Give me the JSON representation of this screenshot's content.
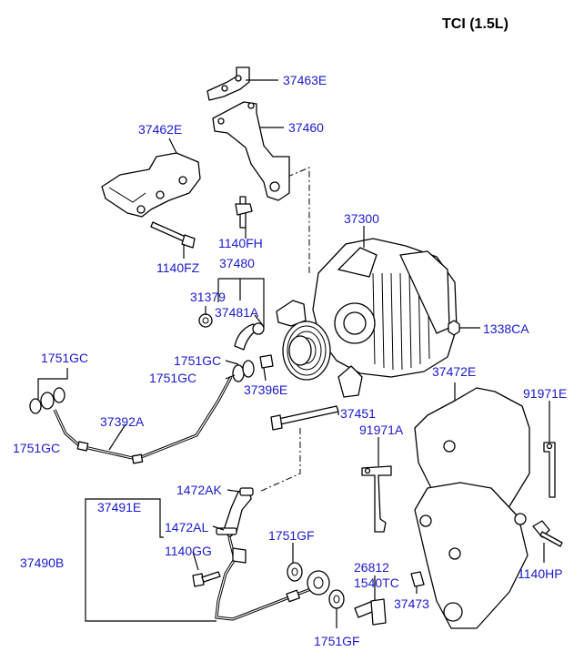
{
  "title": "TCI (1.5L)",
  "labels": {
    "p37463E": "37463E",
    "p37460": "37460",
    "p37462E": "37462E",
    "p37300": "37300",
    "p1140FH": "1140FH",
    "p1140FZ": "1140FZ",
    "p37480": "37480",
    "p31379": "31379",
    "p37481A": "37481A",
    "p1338CA": "1338CA",
    "p1751GC_top": "1751GC",
    "p1751GC_mid1": "1751GC",
    "p1751GC_mid2": "1751GC",
    "p1751GC_left": "1751GC",
    "p37396E": "37396E",
    "p37472E": "37472E",
    "p91971E": "91971E",
    "p37451": "37451",
    "p37392A": "37392A",
    "p91971A": "91971A",
    "p1472AK": "1472AK",
    "p37491E": "37491E",
    "p1472AL": "1472AL",
    "p37490B": "37490B",
    "p1140GG": "1140GG",
    "p1751GF_top": "1751GF",
    "p26812": "26812",
    "p1540TC": "1540TC",
    "p37473": "37473",
    "p1140HP": "1140HP",
    "p1751GF_bottom": "1751GF"
  },
  "colors": {
    "label": "#1a1ad0",
    "title": "#000000",
    "line": "#000000",
    "background": "#ffffff"
  }
}
